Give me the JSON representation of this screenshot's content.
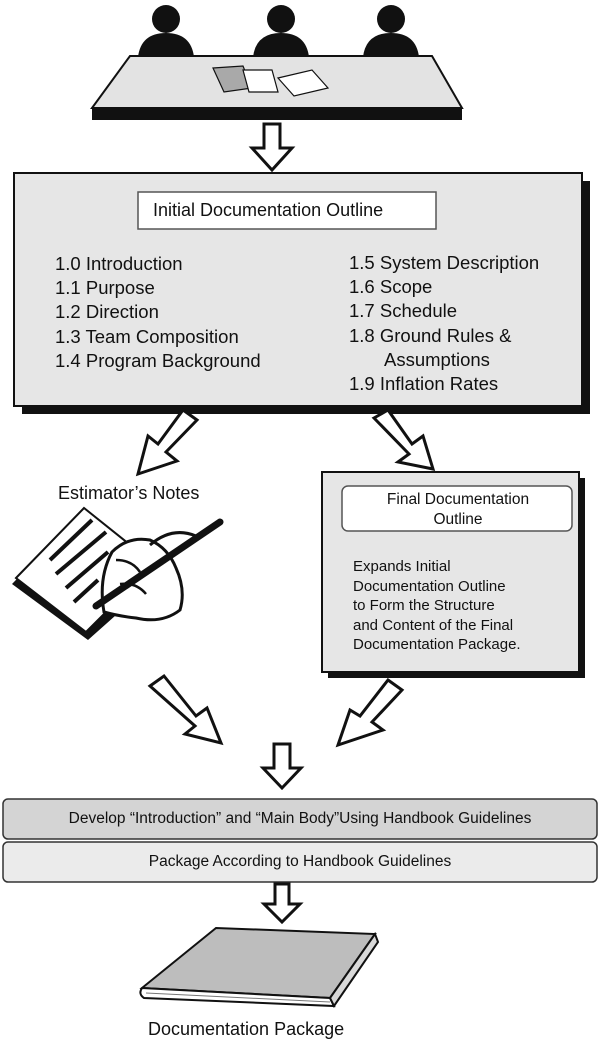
{
  "initial_outline": {
    "title": "Initial Documentation Outline",
    "left_items": [
      "1.0 Introduction",
      "1.1 Purpose",
      "1.2 Direction",
      "1.3 Team Composition",
      "1.4 Program Background"
    ],
    "right_items": [
      "1.5 System Description",
      "1.6 Scope",
      "1.7 Schedule",
      "1.8 Ground Rules &",
      "Assumptions",
      "1.9 Inflation Rates"
    ]
  },
  "estimator_notes": {
    "label": "Estimator’s Notes"
  },
  "final_outline": {
    "title_line1": "Final Documentation",
    "title_line2": "Outline",
    "body_lines": [
      "Expands Initial",
      "Documentation Outline",
      "to Form the Structure",
      "and Content of the Final",
      "Documentation Package."
    ]
  },
  "steps": {
    "develop": "Develop “Introduction” and “Main Body”Using Handbook Guidelines",
    "package": "Package According to Handbook Guidelines"
  },
  "output": {
    "label": "Documentation Package"
  },
  "colors": {
    "panel_fill": "#e6e6e6",
    "shadow": "#111111",
    "bar_fill": "#dcdcdc",
    "book_cover": "#bdbdbd"
  }
}
